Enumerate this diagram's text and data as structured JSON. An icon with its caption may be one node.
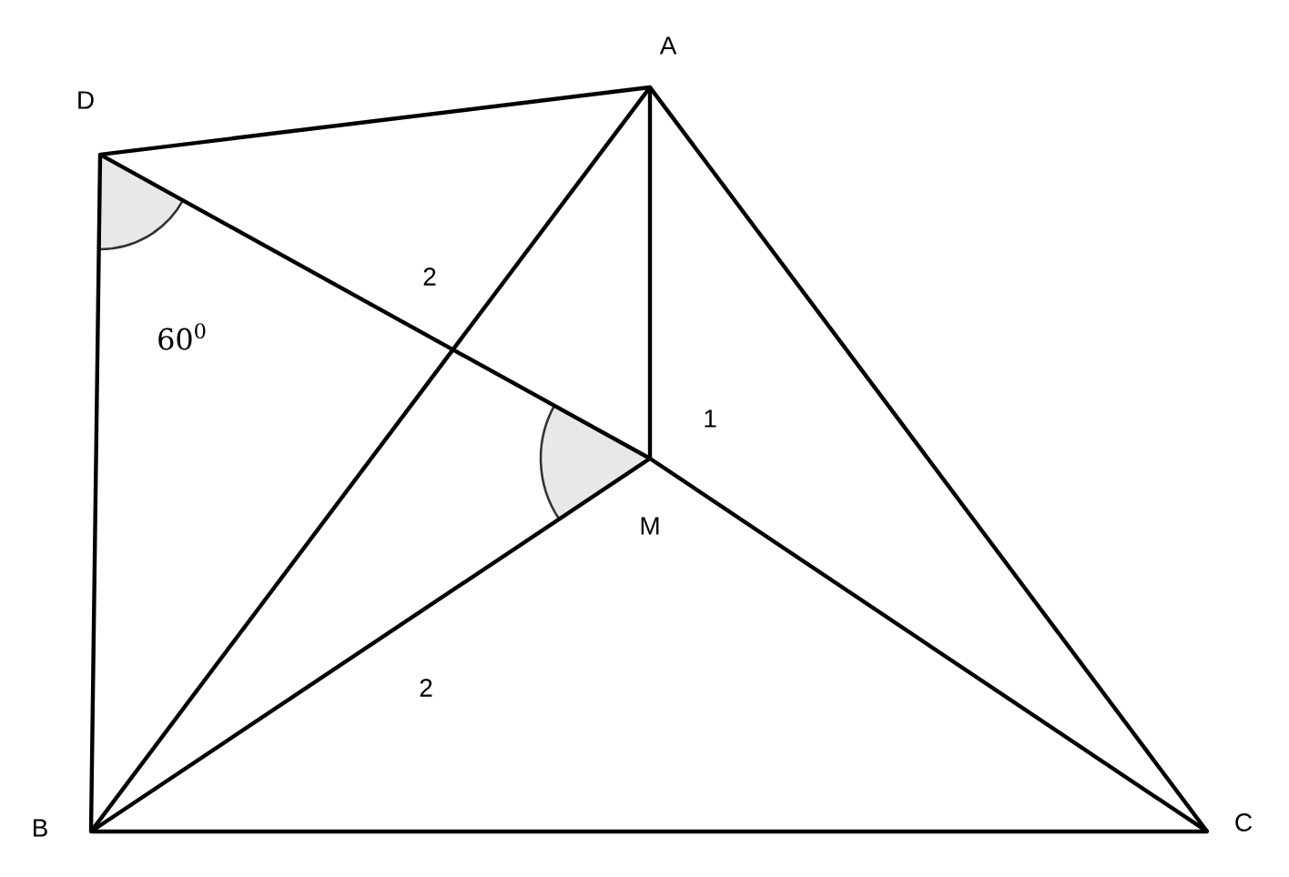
{
  "diagram": {
    "nodes": [
      {
        "text": [
          "A"
        ]
      },
      {
        "text": [
          "B"
        ]
      },
      {
        "text": [
          "C"
        ]
      },
      {
        "text": [
          "D"
        ]
      },
      {
        "text": [
          "M"
        ]
      }
    ],
    "edges": [
      {
        "from": 3,
        "to": 0,
        "arrow": "none"
      },
      {
        "from": 3,
        "to": 1,
        "arrow": "none"
      },
      {
        "from": 3,
        "to": 4,
        "arrow": "none",
        "label": "2"
      },
      {
        "from": 4,
        "to": 2,
        "arrow": "none"
      },
      {
        "from": 0,
        "to": 1,
        "arrow": "none"
      },
      {
        "from": 0,
        "to": 4,
        "arrow": "none",
        "label": "1"
      },
      {
        "from": 0,
        "to": 2,
        "arrow": "none"
      },
      {
        "from": 1,
        "to": 4,
        "arrow": "none",
        "label": "2"
      },
      {
        "from": 1,
        "to": 2,
        "arrow": "none"
      }
    ],
    "labels": [
      "60$^{0}$"
    ]
  }
}
